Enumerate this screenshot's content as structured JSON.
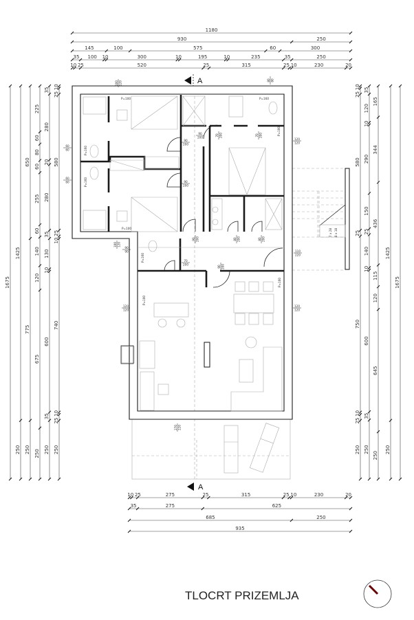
{
  "title": "TLOCRT PRIZEMLJA",
  "section_label": "A",
  "colors": {
    "north_arrow": "#6b0000",
    "lines": "#1a1a1a",
    "furniture": "#aaaaaa"
  },
  "dimensions": {
    "top": [
      [
        1180
      ],
      [
        930,
        250
      ],
      [
        145,
        100,
        575,
        60,
        300
      ],
      [
        35,
        100,
        10,
        300,
        10,
        195,
        10,
        235,
        35,
        250
      ],
      [
        10,
        25,
        520,
        25,
        315,
        25,
        10,
        230,
        20
      ]
    ],
    "left": [
      [
        1675
      ],
      [
        1425,
        250
      ],
      [
        650,
        775,
        250
      ],
      [
        225,
        60,
        80,
        60,
        255,
        60,
        140,
        120,
        675,
        250
      ],
      [
        35,
        280,
        20,
        280,
        35,
        130,
        10,
        600,
        35,
        250
      ],
      [
        10,
        25,
        580,
        25,
        10,
        740,
        10,
        25,
        250
      ]
    ],
    "right": [
      [
        10,
        25,
        580,
        25,
        750,
        10,
        25,
        250
      ],
      [
        35,
        120,
        10,
        290,
        150,
        25,
        140,
        10,
        600,
        35,
        250
      ],
      [
        165,
        344,
        436,
        115,
        120,
        645,
        250
      ],
      [
        1425,
        250
      ],
      [
        1675
      ]
    ],
    "bottom": [
      [
        10,
        25,
        275,
        25,
        315,
        25,
        10,
        230,
        20
      ],
      [
        35,
        275,
        625
      ],
      [
        685,
        250
      ],
      [
        935
      ]
    ]
  },
  "openings": [
    {
      "a": "100",
      "b": "120"
    },
    {
      "a": "80",
      "b": "80"
    },
    {
      "a": "90",
      "b": "200"
    },
    {
      "a": "90",
      "b": "200"
    },
    {
      "a": "90",
      "b": "200"
    },
    {
      "a": "70",
      "b": "200"
    },
    {
      "a": "70",
      "b": "200"
    },
    {
      "a": "120",
      "b": "120"
    },
    {
      "a": "60",
      "b": "60"
    },
    {
      "a": "60",
      "b": "60"
    },
    {
      "a": "90",
      "b": "200"
    },
    {
      "a": "80",
      "b": "200"
    },
    {
      "a": "80",
      "b": "200"
    },
    {
      "a": "100",
      "b": "120"
    },
    {
      "a": "90",
      "b": "90"
    },
    {
      "a": "70",
      "b": "200"
    },
    {
      "a": "90",
      "b": "200"
    },
    {
      "a": "110",
      "b": "220"
    },
    {
      "a": "120",
      "b": "120"
    },
    {
      "a": "120",
      "b": "120"
    },
    {
      "a": "270",
      "b": "220"
    }
  ],
  "parapets": [
    "P=100",
    "P=160",
    "P=160",
    "P=160",
    "P=100",
    "P=100",
    "P=160",
    "P=100",
    "P=100"
  ],
  "stairs": {
    "line1": "7 x 28",
    "line2": "8 x 18"
  }
}
